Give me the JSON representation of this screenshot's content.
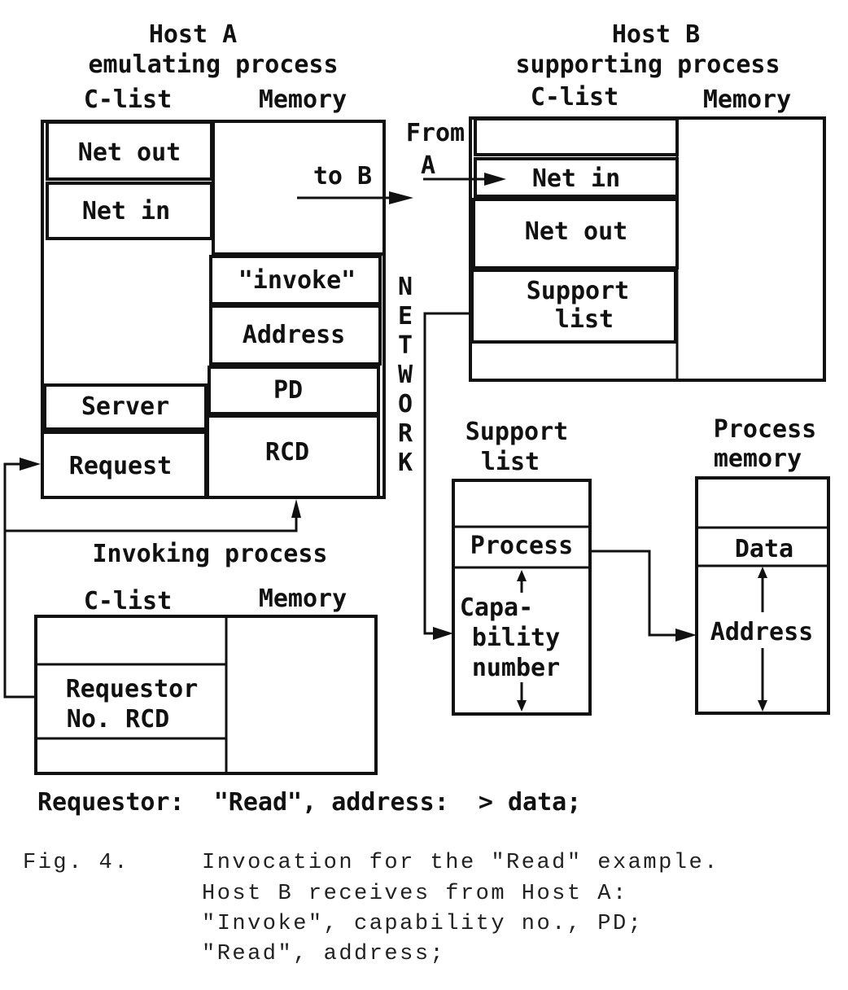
{
  "host_a": {
    "title": "Host A",
    "subtitle": "emulating process",
    "clist_header": "C-list",
    "memory_header": "Memory",
    "clist": {
      "net_out": "Net out",
      "net_in": "Net in",
      "server": "Server",
      "request": "Request"
    },
    "memory": {
      "to_b": "to B",
      "invoke": "\"invoke\"",
      "address": "Address",
      "pd": "PD",
      "rcd": "RCD"
    }
  },
  "network_letters": [
    "N",
    "E",
    "T",
    "W",
    "O",
    "R",
    "K"
  ],
  "host_b": {
    "title": "Host B",
    "subtitle": "supporting process",
    "clist_header": "C-list",
    "memory_header": "Memory",
    "from_a": [
      "From",
      "A"
    ],
    "clist": {
      "net_in": "Net in",
      "net_out": "Net out",
      "support_list": [
        "Support",
        "list"
      ]
    }
  },
  "support_list": {
    "title": [
      "Support",
      "list"
    ],
    "process": "Process",
    "capability": [
      "Capa-",
      "bility",
      "number"
    ]
  },
  "process_memory": {
    "title": [
      "Process",
      "memory"
    ],
    "data": "Data",
    "address": "Address"
  },
  "invoking": {
    "title": "Invoking process",
    "clist_header": "C-list",
    "memory_header": "Memory",
    "requestor": [
      "Requestor",
      "No. RCD"
    ]
  },
  "statement": "Requestor:  \"Read\", address:  > data;",
  "caption": {
    "label": "Fig. 4.",
    "lines": [
      "Invocation for the \"Read\" example.",
      "Host B receives from Host A:",
      "\"Invoke\", capability no., PD;",
      "\"Read\", address;"
    ]
  }
}
